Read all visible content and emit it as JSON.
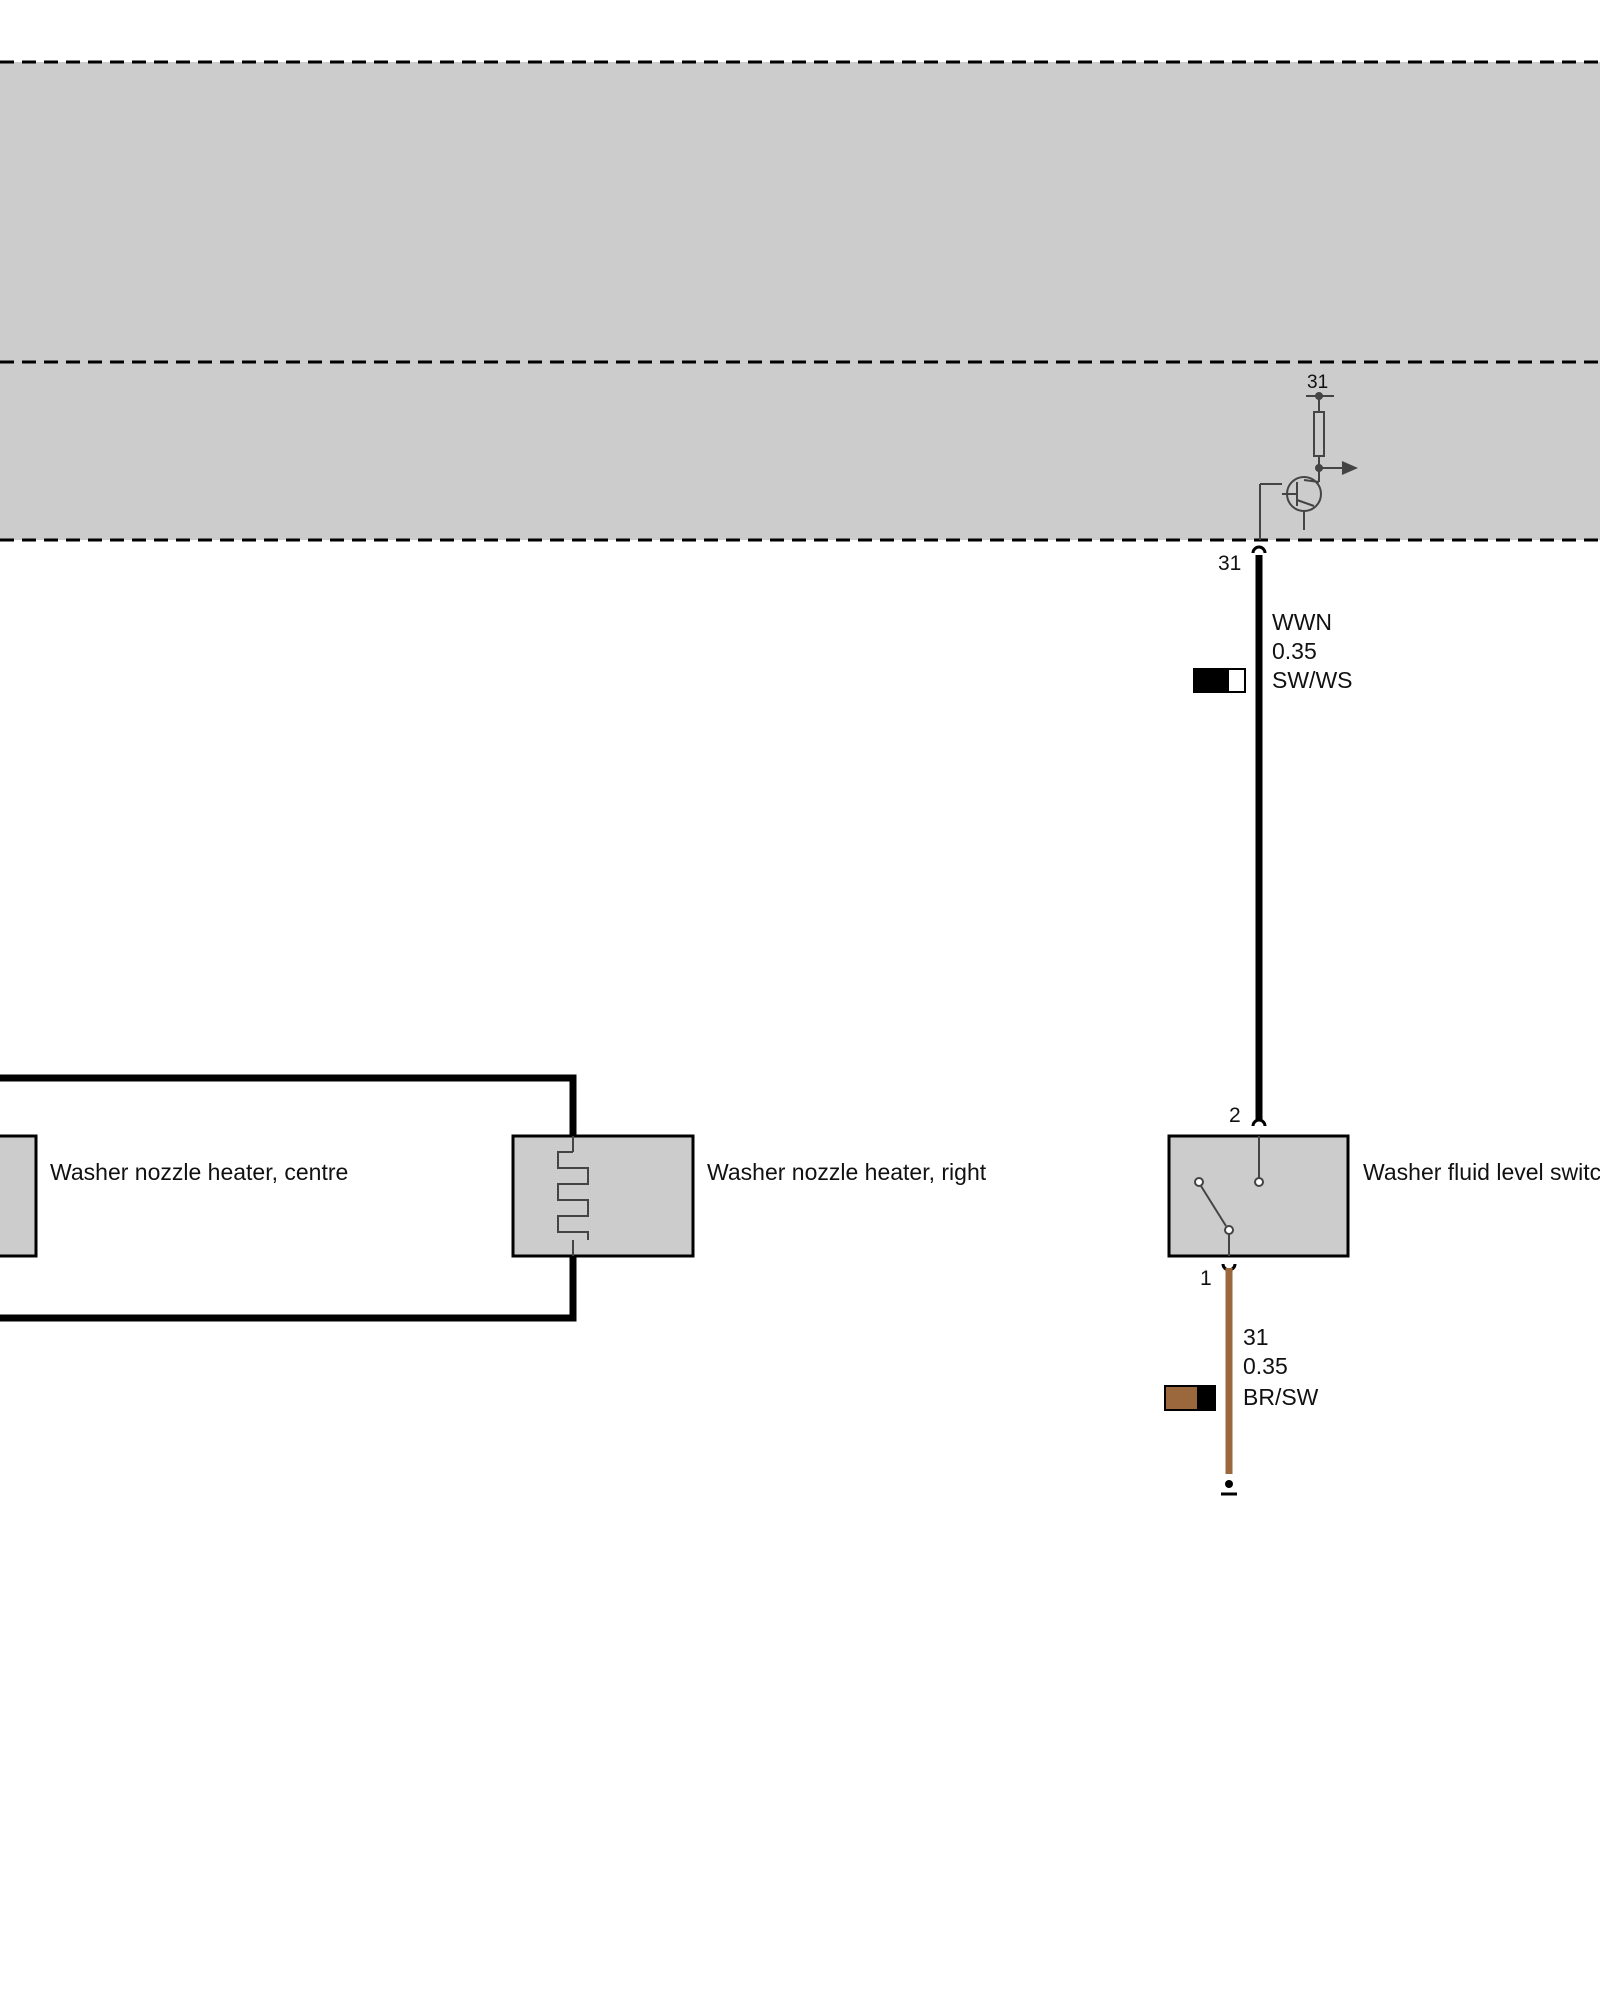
{
  "colors": {
    "module_fill": "#cccccc",
    "component_fill": "#cccccc",
    "wire_black": "#000000",
    "wire_brown": "#9b673c",
    "symbol_grey": "#444444"
  },
  "control_module": {
    "ground_ref_label": "31",
    "output_pin": "31"
  },
  "components": [
    {
      "label": "Washer nozzle heater, centre",
      "symbol": "heater-element-icon"
    },
    {
      "label": "Washer nozzle heater, right",
      "symbol": "heater-element-icon"
    },
    {
      "label": "Washer fluid level switch",
      "visible_label": "Washer fluid level switc",
      "symbol": "switch-icon",
      "pin_top": "2",
      "pin_bottom": "1"
    }
  ],
  "wires": [
    {
      "signal": "WWN",
      "size": "0.35",
      "color_code": "SW/WS",
      "swatch": [
        "#000000",
        "#ffffff"
      ]
    },
    {
      "signal": "31",
      "size": "0.35",
      "color_code": "BR/SW",
      "swatch": [
        "#9b673c",
        "#000000"
      ]
    }
  ],
  "ground_symbol": "ground-icon"
}
